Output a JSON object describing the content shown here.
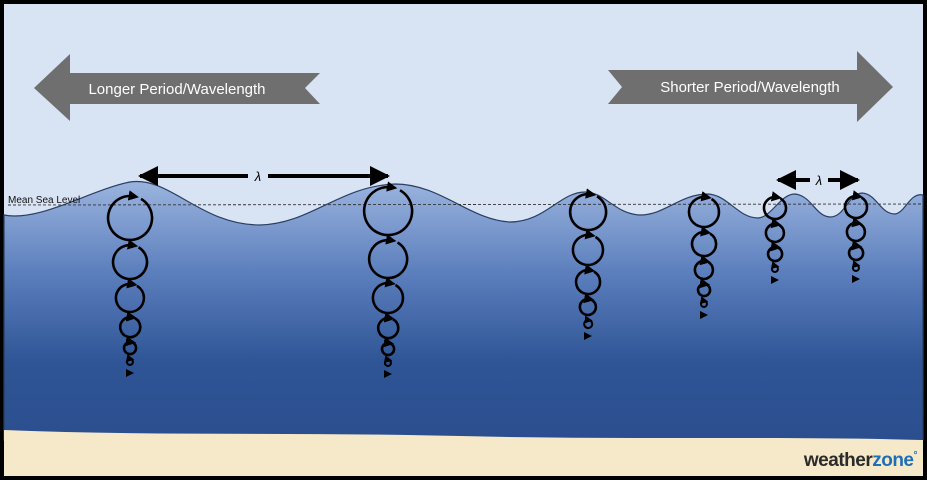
{
  "arrows": {
    "left_label": "Longer Period/Wavelength",
    "right_label": "Shorter Period/Wavelength"
  },
  "wavelength_symbol": "λ",
  "mean_sea_level_label": "Mean Sea Level",
  "brand": {
    "part1": "weather",
    "part2": "zone",
    "mark": "°"
  },
  "colors": {
    "sky": "#d7e2f3",
    "water_top": "#8da9d8",
    "water_bottom": "#2c4f8f",
    "sand": "#f5e8c8",
    "arrow_fill": "#6f6f6f",
    "ink": "#000000"
  }
}
